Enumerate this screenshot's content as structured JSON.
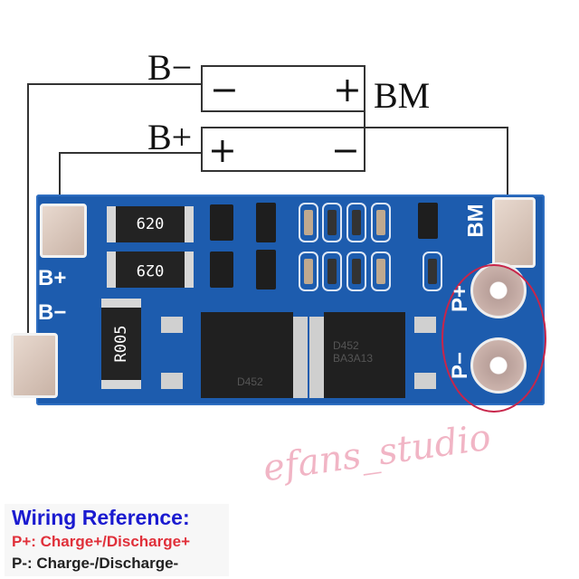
{
  "diagram": {
    "labels": {
      "b_minus": "B−",
      "b_plus": "B+",
      "bm": "BM"
    },
    "battery_top": {
      "left_symbol": "−",
      "right_symbol": "+"
    },
    "battery_bottom": {
      "left_symbol": "+",
      "right_symbol": "−"
    }
  },
  "pcb": {
    "silkscreen": {
      "b_plus": "B+",
      "b_minus": "B−",
      "bm": "BM",
      "p_plus": "P+",
      "p_minus": "P−"
    },
    "resistors": [
      "620",
      "029",
      "R005"
    ],
    "mosfets": [
      "D452",
      "D452 BA3A13"
    ],
    "accent_color": "#1d5cae",
    "highlight_color": "#c8254a"
  },
  "watermark": "efans_studio",
  "legend": {
    "title": "Wiring Reference:",
    "p_plus": "P+: Charge+/Discharge+",
    "p_minus": "P-: Charge-/Discharge-",
    "title_color": "#1a1ad0",
    "p_plus_color": "#e0303a"
  }
}
